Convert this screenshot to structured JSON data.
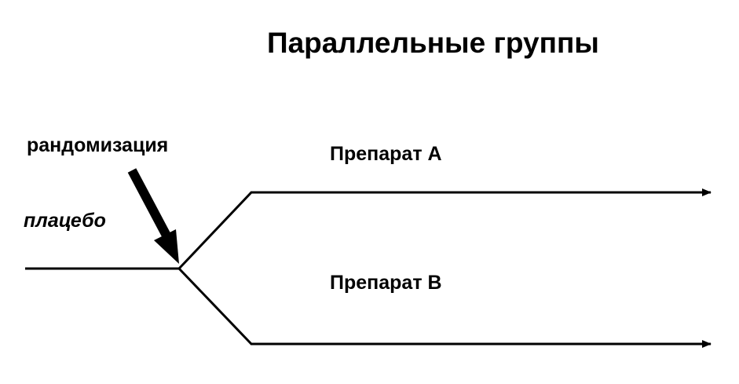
{
  "title": "Параллельные группы",
  "labels": {
    "randomization": "рандомизация",
    "placebo": "плацебо",
    "drug_a": "Препарат А",
    "drug_b": "Препарат В"
  },
  "colors": {
    "line": "#000000",
    "background": "#ffffff"
  }
}
